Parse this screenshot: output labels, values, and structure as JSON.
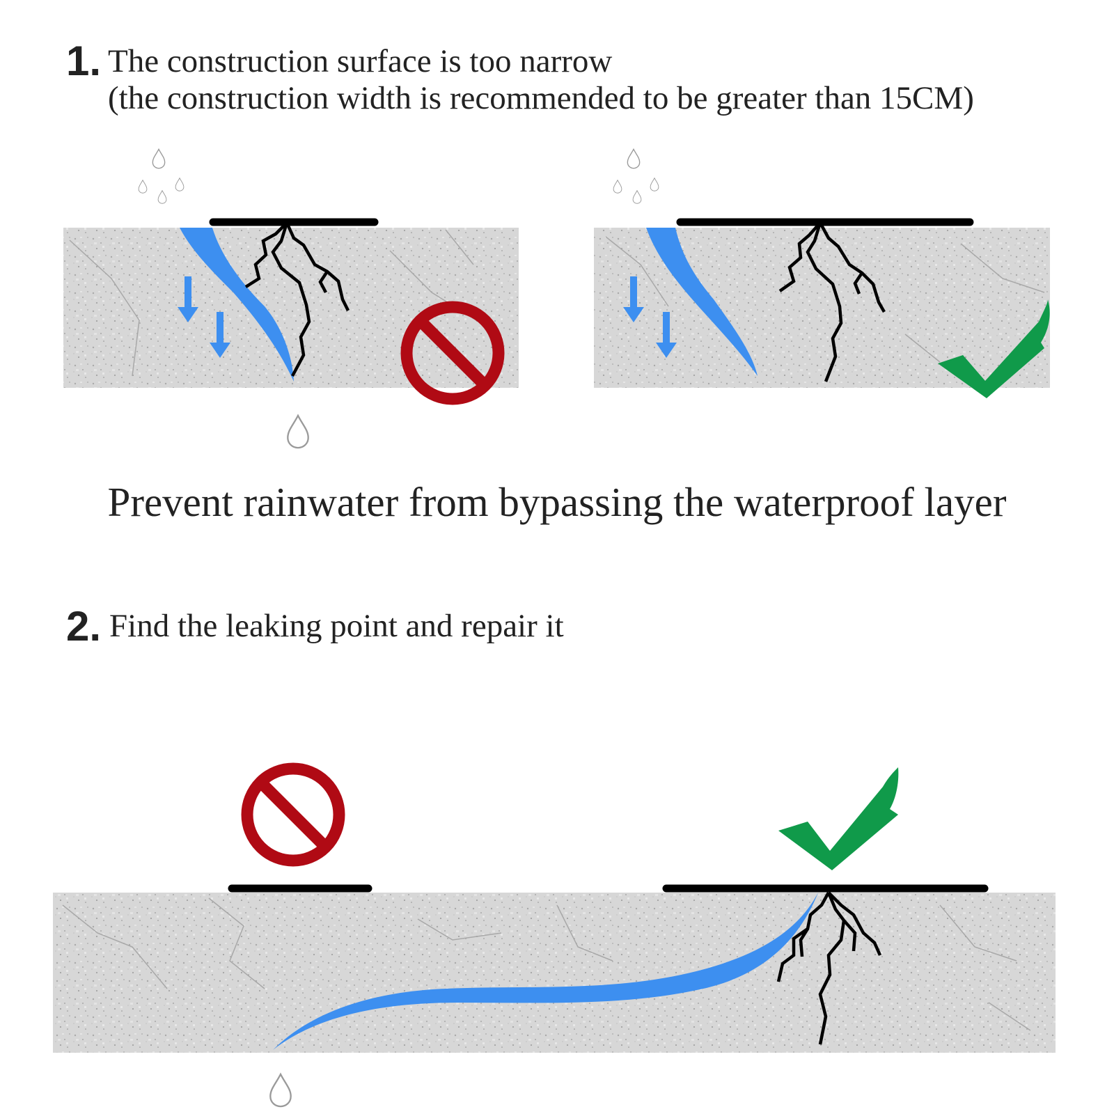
{
  "section1": {
    "number": "1.",
    "title": "The construction surface is too narrow",
    "subtitle": "(the construction width is recommended to be greater than 15CM)"
  },
  "caption": "Prevent rainwater from bypassing the waterproof layer",
  "section2": {
    "number": "2.",
    "title": "Find the leaking point and repair it"
  },
  "panels": {
    "narrow": {
      "verdict": "prohibited",
      "icon": "prohibited-icon"
    },
    "wide": {
      "verdict": "correct",
      "icon": "checkmark-icon"
    },
    "leak_narrow": {
      "verdict": "prohibited",
      "icon": "prohibited-icon"
    },
    "leak_repaired": {
      "verdict": "correct",
      "icon": "checkmark-icon"
    }
  },
  "colors": {
    "water": "#3d8ff0",
    "membrane": "#000000",
    "concrete": "#d6d6d6",
    "prohibited": "#b00a14",
    "check": "#109a4a",
    "text": "#222222"
  }
}
